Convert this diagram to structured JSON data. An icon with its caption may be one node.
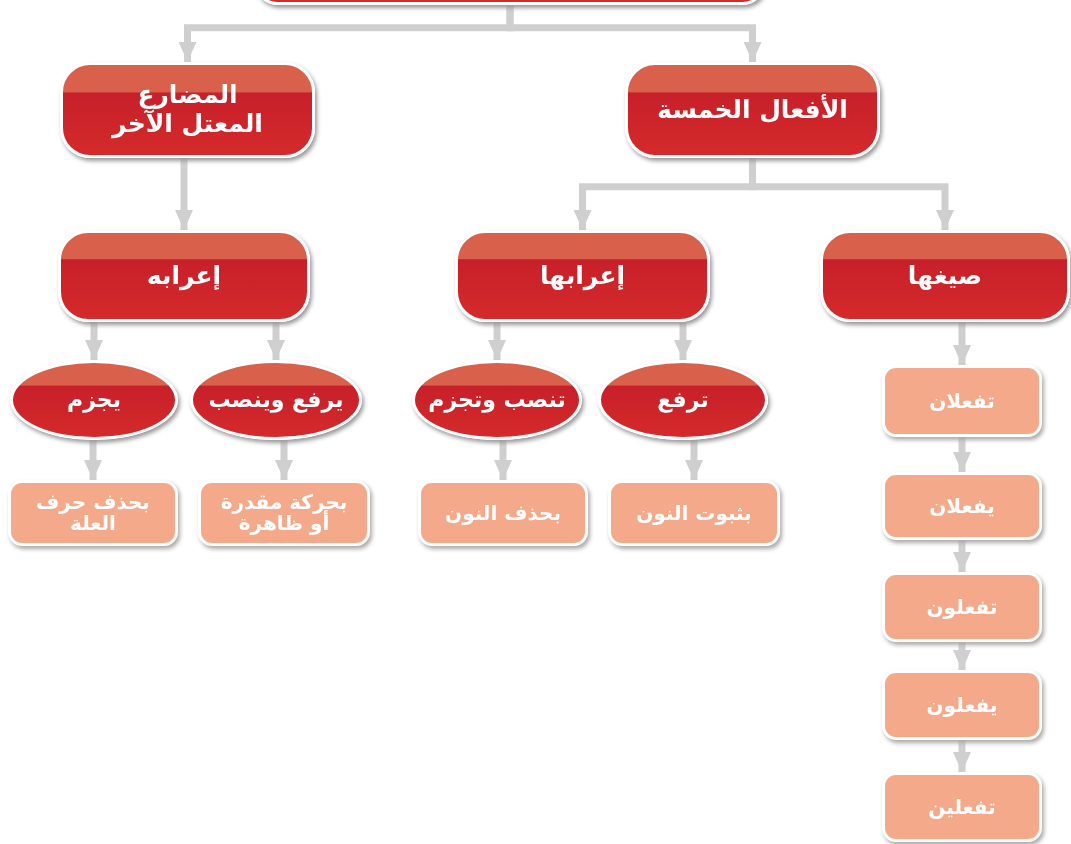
{
  "diagram": {
    "nodes": [
      {
        "text": [],
        "shape": "box"
      },
      {
        "text": [
          "المضارع المعتل الآخر"
        ]
      },
      {
        "text": [
          "الأفعال الخمسة"
        ]
      },
      {
        "text": [
          "إعرابه"
        ]
      },
      {
        "text": [
          "إعرابها"
        ]
      },
      {
        "text": [
          "صيغها"
        ]
      },
      {
        "text": [
          "يجزم"
        ]
      },
      {
        "text": [
          "يرفع وينصب"
        ]
      },
      {
        "text": [
          "تنصب وتجزم"
        ]
      },
      {
        "text": [
          "ترفع"
        ]
      },
      {
        "text": [
          "تفعلان"
        ]
      },
      {
        "text": [
          "بحذف حرف العلة"
        ]
      },
      {
        "text": [
          "بحركة مقدرة أو ظاهرة"
        ]
      },
      {
        "text": [
          "بحذف النون"
        ]
      },
      {
        "text": [
          "بثبوت النون"
        ]
      },
      {
        "text": [
          "يفعلان"
        ]
      },
      {
        "text": [
          "تفعلون"
        ]
      },
      {
        "text": [
          "يفعلون"
        ]
      },
      {
        "text": [
          "تفعلين"
        ]
      }
    ],
    "edges": [
      {
        "from": 0,
        "to": 1,
        "arrow": "to"
      },
      {
        "from": 0,
        "to": 2,
        "arrow": "to"
      },
      {
        "from": 1,
        "to": 3,
        "arrow": "to"
      },
      {
        "from": 2,
        "to": 4,
        "arrow": "to"
      },
      {
        "from": 2,
        "to": 5,
        "arrow": "to"
      },
      {
        "from": 3,
        "to": 6,
        "arrow": "to"
      },
      {
        "from": 3,
        "to": 7,
        "arrow": "to"
      },
      {
        "from": 4,
        "to": 8,
        "arrow": "to"
      },
      {
        "from": 4,
        "to": 9,
        "arrow": "to"
      },
      {
        "from": 5,
        "to": 10,
        "arrow": "to"
      },
      {
        "from": 6,
        "to": 11,
        "arrow": "to"
      },
      {
        "from": 7,
        "to": 12,
        "arrow": "to"
      },
      {
        "from": 8,
        "to": 13,
        "arrow": "to"
      },
      {
        "from": 9,
        "to": 14,
        "arrow": "to"
      },
      {
        "from": 10,
        "to": 15,
        "arrow": "to"
      },
      {
        "from": 15,
        "to": 16,
        "arrow": "to"
      },
      {
        "from": 16,
        "to": 17,
        "arrow": "to"
      },
      {
        "from": 17,
        "to": 18,
        "arrow": "to"
      }
    ]
  }
}
